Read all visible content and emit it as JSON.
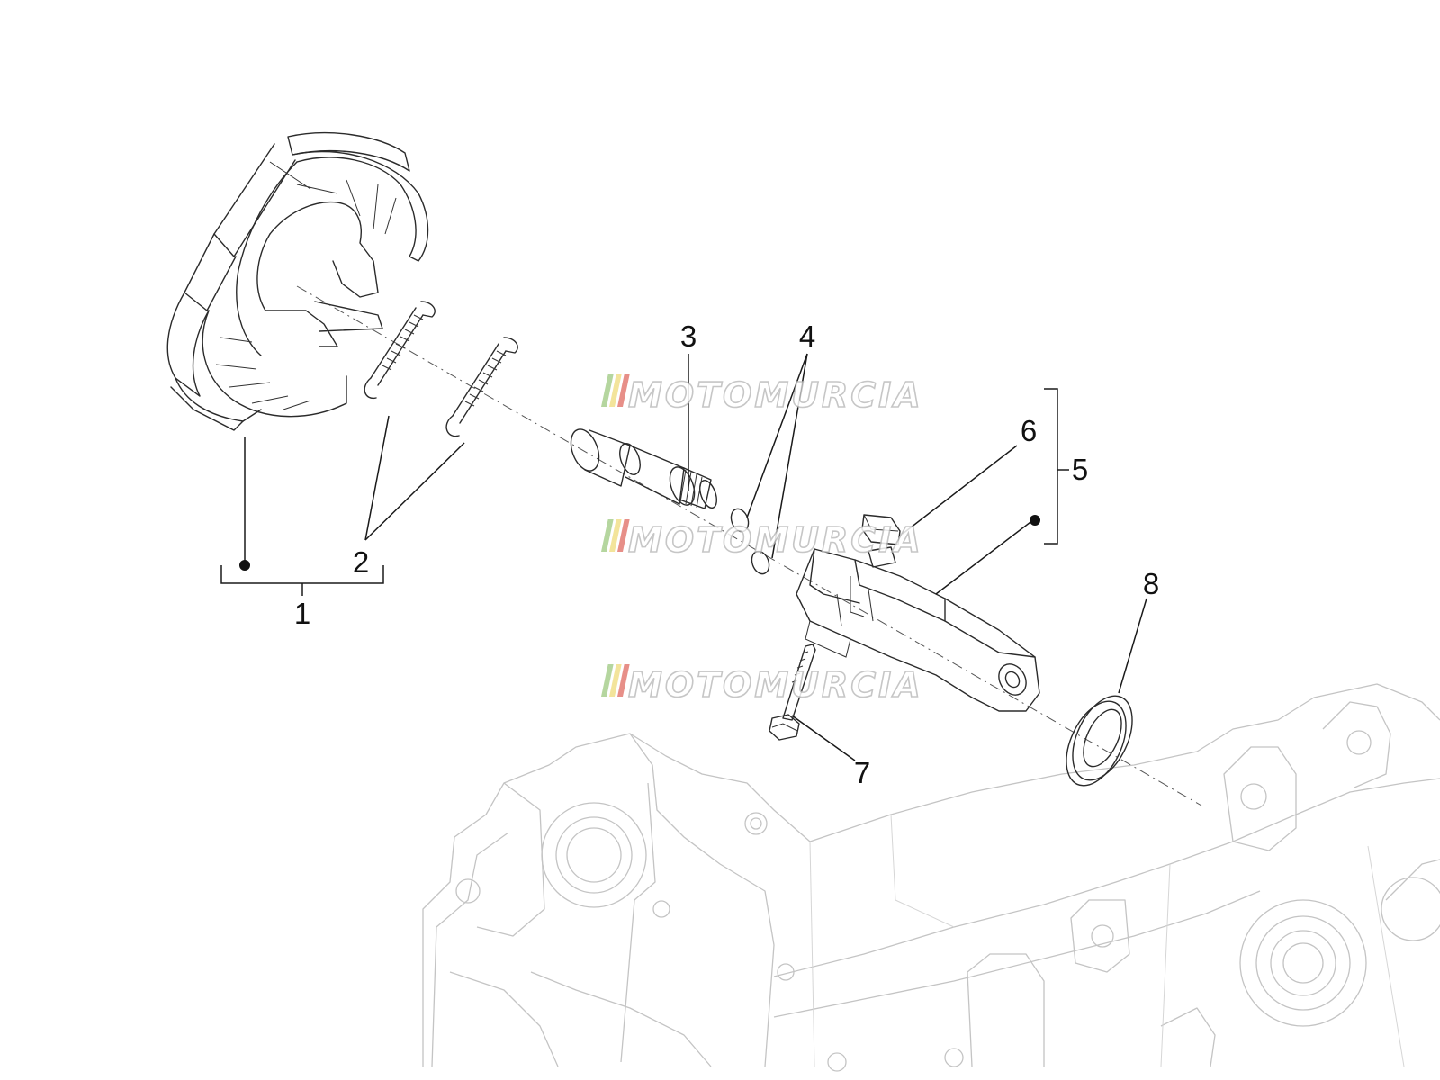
{
  "callouts": {
    "c1": "1",
    "c2": "2",
    "c3": "3",
    "c4": "4",
    "c5": "5",
    "c6": "6",
    "c7": "7",
    "c8": "8"
  },
  "watermark": {
    "text": "MOTOMURCIA"
  },
  "colors": {
    "ink": "#2b2b2b",
    "ghost": "#c4c4c4",
    "wm_green": "#a9cf8f",
    "wm_yellow": "#f2e08a",
    "wm_red": "#e37c74"
  }
}
